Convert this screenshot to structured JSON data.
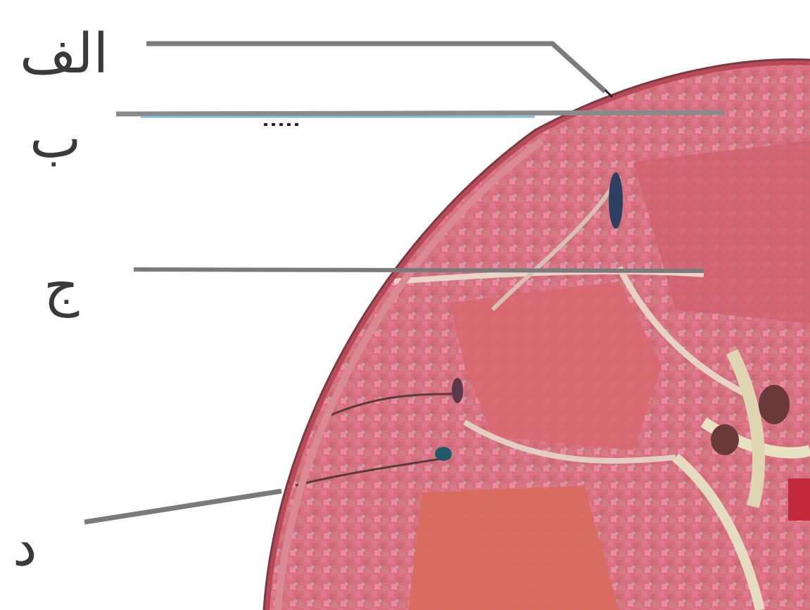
{
  "labels": {
    "a": "الف",
    "b": "ب",
    "c": "ج",
    "d": "د"
  }
}
